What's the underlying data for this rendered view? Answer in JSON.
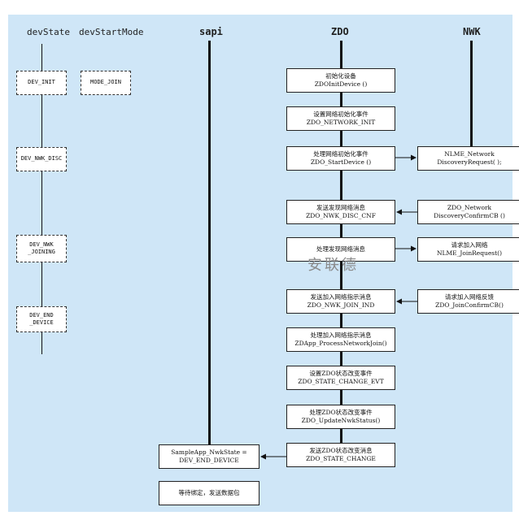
{
  "headers": {
    "devstate": "devState",
    "devstartmode": "devStartMode",
    "sapi": "sapi",
    "zdo": "ZDO",
    "nwk": "NWK"
  },
  "devstate_boxes": [
    {
      "l1": "DEV_INIT",
      "l2": ""
    },
    {
      "l1": "DEV_NWK_DISC",
      "l2": ""
    },
    {
      "l1": "DEV_NWK",
      "l2": "_JOINING"
    },
    {
      "l1": "DEV_END",
      "l2": "_DEVICE"
    }
  ],
  "mode_box": {
    "l1": "MODE_JOIN"
  },
  "zdo_boxes": [
    {
      "l1": "初始化设备",
      "l2": "ZDOInitDevice ()"
    },
    {
      "l1": "设置网络初始化事件",
      "l2": "ZDO_NETWORK_INIT"
    },
    {
      "l1": "处理网络初始化事件",
      "l2": "ZDO_StartDevice ()"
    },
    {
      "l1": "发送发现网络消息",
      "l2": "ZDO_NWK_DISC_CNF"
    },
    {
      "l1": "处理发现网络消息",
      "l2": ""
    },
    {
      "l1": "发送加入网络指示消息",
      "l2": "ZDO_NWK_JOIN_IND"
    },
    {
      "l1": "处理加入网络指示消息",
      "l2": "ZDApp_ProcessNetworkJoin()"
    },
    {
      "l1": "设置ZDO状态改变事件",
      "l2": "ZDO_STATE_CHANGE_EVT"
    },
    {
      "l1": "处理ZDO状态改变事件",
      "l2": "ZDO_UpdateNwkStatus()"
    },
    {
      "l1": "发送ZDO状态改变消息",
      "l2": "ZDO_STATE_CHANGE"
    }
  ],
  "nwk_boxes": [
    {
      "l1": "NLME_Network",
      "l2": "DiscoveryRequest( );"
    },
    {
      "l1": "ZDO_Network",
      "l2": "DiscoveryConfirmCB ()"
    },
    {
      "l1": "请求加入网络",
      "l2": "NLME_JoinRequest()"
    },
    {
      "l1": "请求加入网络反馈",
      "l2": "ZDO_JoinConfirmCB()"
    }
  ],
  "sapi_boxes": [
    {
      "l1": "SampleApp_NwkState =",
      "l2": "DEV_END_DEVICE"
    },
    {
      "l1": "等待绑定，发送数据包",
      "l2": ""
    }
  ],
  "watermark": "安联德"
}
